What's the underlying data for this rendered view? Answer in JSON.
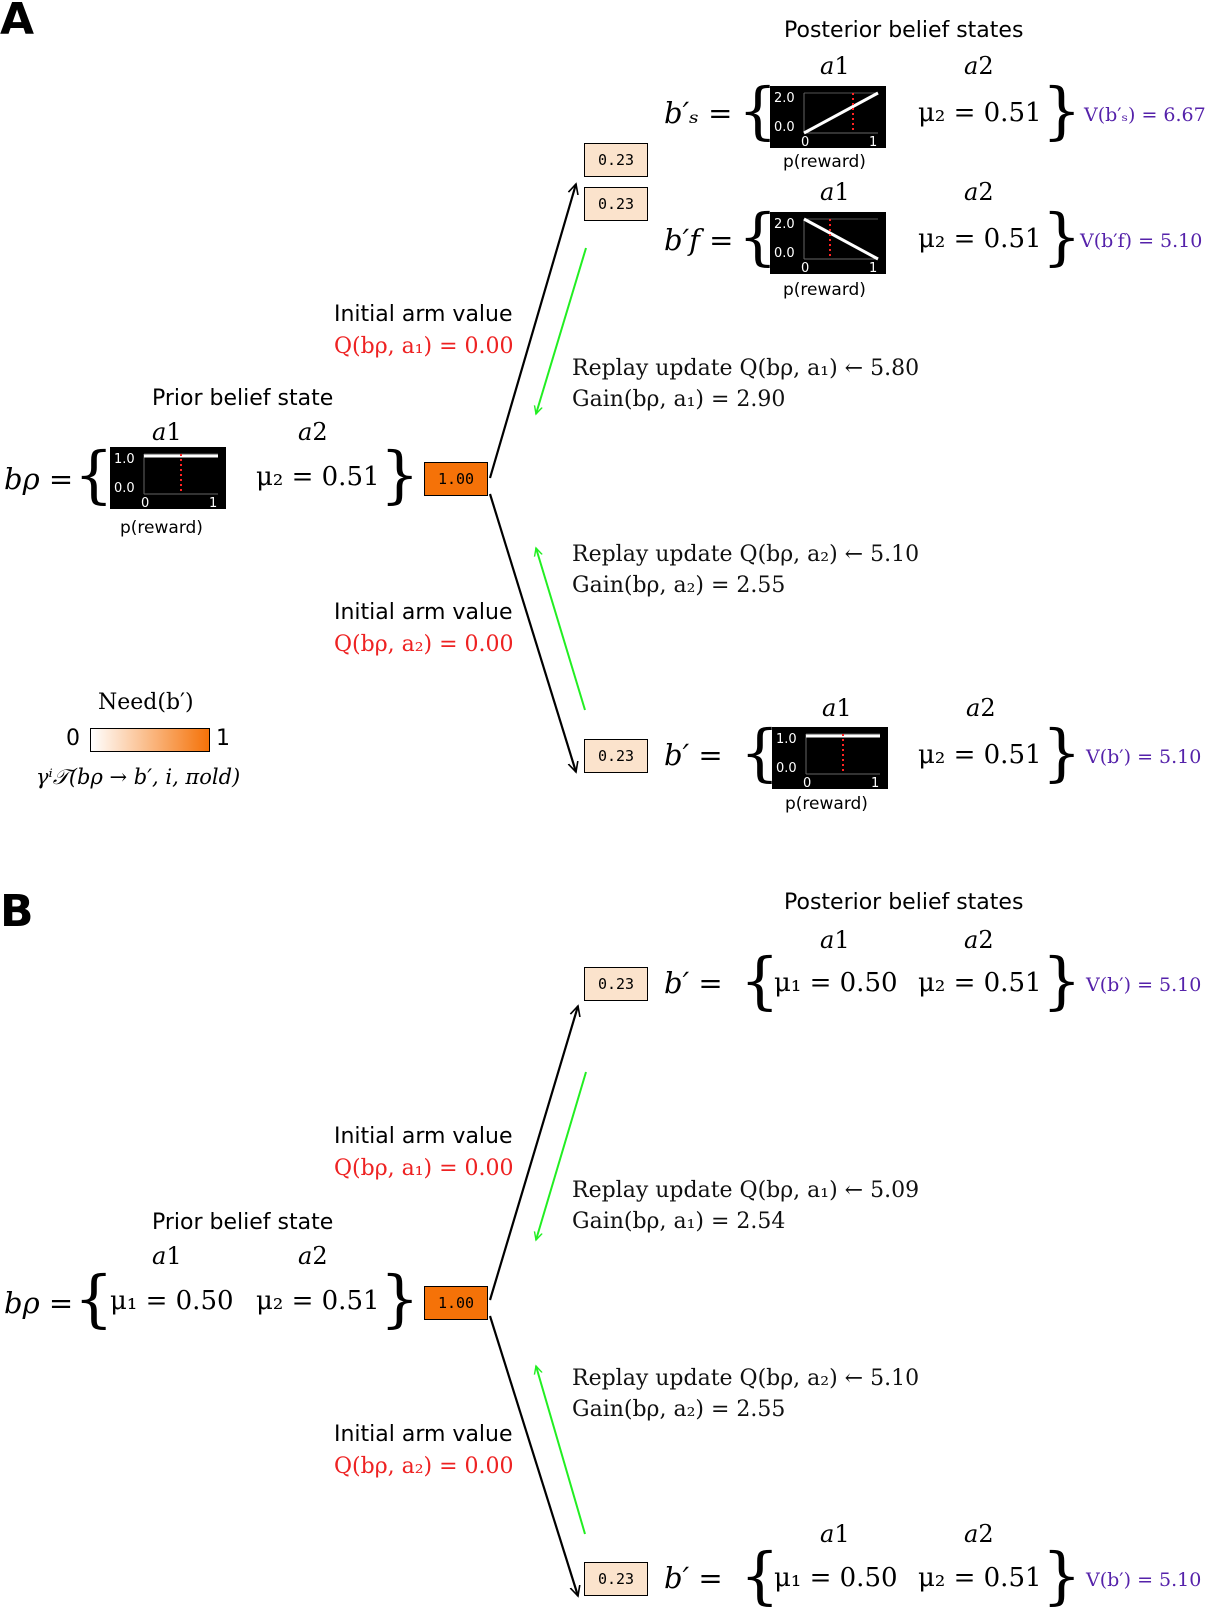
{
  "panels": [
    {
      "letter": "A",
      "posterior_title": "Posterior belief states",
      "prior_title": "Prior belief state",
      "arm_labels": {
        "a1": "a",
        "a1_sub": "1",
        "a2": "a",
        "a2_sub": "2"
      },
      "prior": {
        "symbol": "bρ =",
        "mu2": "μ₂ = 0.51",
        "plot": {
          "y_top": "1.0",
          "y_bot": "0.0",
          "x_left": "0",
          "x_right": "1",
          "xlabel": "p(reward)"
        }
      },
      "root_box": "1.00",
      "upper": {
        "initial_label": "Initial arm value",
        "initial_q": "Q(bρ, a₁) = 0.00",
        "replay": "Replay update Q(bρ, a₁) ← 5.80",
        "gain": "Gain(bρ, a₁) = 2.90"
      },
      "lower": {
        "initial_label": "Initial arm value",
        "initial_q": "Q(bρ, a₂) = 0.00",
        "replay": "Replay update Q(bρ, a₂) ← 5.10",
        "gain": "Gain(bρ, a₂) = 2.55"
      },
      "posteriors": [
        {
          "box": "0.23",
          "symbol": "b′ₛ =",
          "mu2": "μ₂ = 0.51",
          "value": "V(b′ₛ) = 6.67",
          "plot": {
            "y_top": "2.0",
            "y_bot": "0.0",
            "x_left": "0",
            "x_right": "1",
            "xlabel": "p(reward)"
          }
        },
        {
          "box": "0.23",
          "symbol": "b′f =",
          "mu2": "μ₂ = 0.51",
          "value": "V(b′f) = 5.10",
          "plot": {
            "y_top": "2.0",
            "y_bot": "0.0",
            "x_left": "0",
            "x_right": "1",
            "xlabel": "p(reward)"
          }
        },
        {
          "box": "0.23",
          "symbol": "b′ =",
          "mu2": "μ₂ = 0.51",
          "value": "V(b′) = 5.10",
          "plot": {
            "y_top": "1.0",
            "y_bot": "0.0",
            "x_left": "0",
            "x_right": "1",
            "xlabel": "p(reward)"
          }
        }
      ],
      "colorbar": {
        "title": "Need(b′)",
        "min": "0",
        "max": "1",
        "formula": "γⁱ𝒯(bρ → b′, i, πold)",
        "color_low": "#ffffff",
        "color_high": "#f57208"
      }
    },
    {
      "letter": "B",
      "posterior_title": "Posterior belief states",
      "prior_title": "Prior belief state",
      "arm_labels": {
        "a1": "a",
        "a1_sub": "1",
        "a2": "a",
        "a2_sub": "2"
      },
      "prior": {
        "symbol": "bρ =",
        "mu1": "μ₁ = 0.50",
        "mu2": "μ₂ = 0.51"
      },
      "root_box": "1.00",
      "upper": {
        "initial_label": "Initial arm value",
        "initial_q": "Q(bρ, a₁) = 0.00",
        "replay": "Replay update Q(bρ, a₁) ← 5.09",
        "gain": "Gain(bρ, a₁) = 2.54"
      },
      "lower": {
        "initial_label": "Initial arm value",
        "initial_q": "Q(bρ, a₂) = 0.00",
        "replay": "Replay update Q(bρ, a₂) ← 5.10",
        "gain": "Gain(bρ, a₂) = 2.55"
      },
      "posteriors": [
        {
          "box": "0.23",
          "symbol": "b′ =",
          "mu1": "μ₁ = 0.50",
          "mu2": "μ₂ = 0.51",
          "value": "V(b′) = 5.10"
        },
        {
          "box": "0.23",
          "symbol": "b′ =",
          "mu1": "μ₁ = 0.50",
          "mu2": "μ₂ = 0.51",
          "value": "V(b′) = 5.10"
        }
      ]
    }
  ],
  "colors": {
    "arrow_black": "#000000",
    "replay_arrow": "#22ee22",
    "root_box": "#f57208",
    "leaf_box": "#fbe3cc",
    "value_text": "#5522aa",
    "initial_text": "#ee2222",
    "dotted_line": "#ff2222"
  }
}
